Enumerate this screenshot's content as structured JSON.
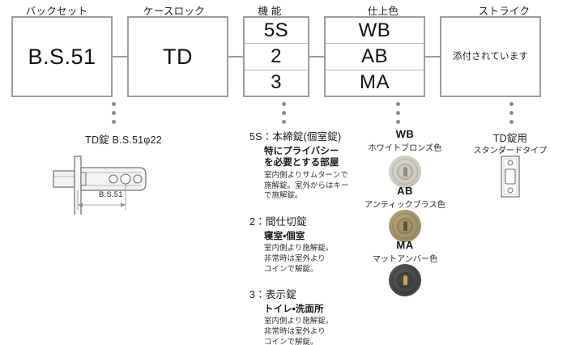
{
  "columns": [
    {
      "header": "バックセット"
    },
    {
      "header": "ケースロック"
    },
    {
      "header": "機 能"
    },
    {
      "header": "仕上色"
    },
    {
      "header": "ストライク"
    }
  ],
  "spec_boxes": {
    "backset": {
      "value": "B.S.51"
    },
    "caselock": {
      "value": "TD"
    },
    "function": {
      "values": [
        "5S",
        "2",
        "3"
      ]
    },
    "finish": {
      "values": [
        "WB",
        "AB",
        "MA"
      ]
    },
    "strike": {
      "value": "添付されています"
    }
  },
  "backset_detail": {
    "title": "TD錠 B.S.51φ22",
    "dimension_label": "B.S.51"
  },
  "function_details": [
    {
      "title": "5S：本締錠(個室錠)",
      "subtitle": "特にプライバシー\nを必要とする部屋",
      "body": "室内側よりサムターンで\n施解錠。室外からはキー\nで施解錠。"
    },
    {
      "title": "2：間仕切錠",
      "subtitle": "寝室・個室",
      "body": "室内側より施解錠。\n非常時は室外より\nコインで解錠。"
    },
    {
      "title": "3：表示錠",
      "subtitle": "トイレ・洗面所",
      "body": "室内側より施解錠。\n非常時は室外より\nコインで解錠。"
    }
  ],
  "finish_details": [
    {
      "code": "WB",
      "name": "ホワイトブロンズ色",
      "color_outer": "#d8d6cc",
      "color_ring": "#c9c7bc",
      "color_face": "#cfcdc3",
      "color_keyway": "#8e8c84"
    },
    {
      "code": "AB",
      "name": "アンティックブラス色",
      "color_outer": "#b2a378",
      "color_ring": "#9c8d62",
      "color_face": "#a89a6e",
      "color_keyway": "#5e5334"
    },
    {
      "code": "MA",
      "name": "マットアンバー色",
      "color_outer": "#555555",
      "color_ring": "#3f3f3f",
      "color_face": "#4a4a4a",
      "color_keyway": "#c9a84c"
    }
  ],
  "strike_detail": {
    "title": "TD錠用",
    "subtitle": "スタンダードタイプ"
  },
  "palette": {
    "box_border": "#9d9d9d",
    "inner_divider": "#b5b5b5",
    "dot": "#8c8c8c",
    "text": "#231f20",
    "drawing_line": "#6f6f6f"
  }
}
